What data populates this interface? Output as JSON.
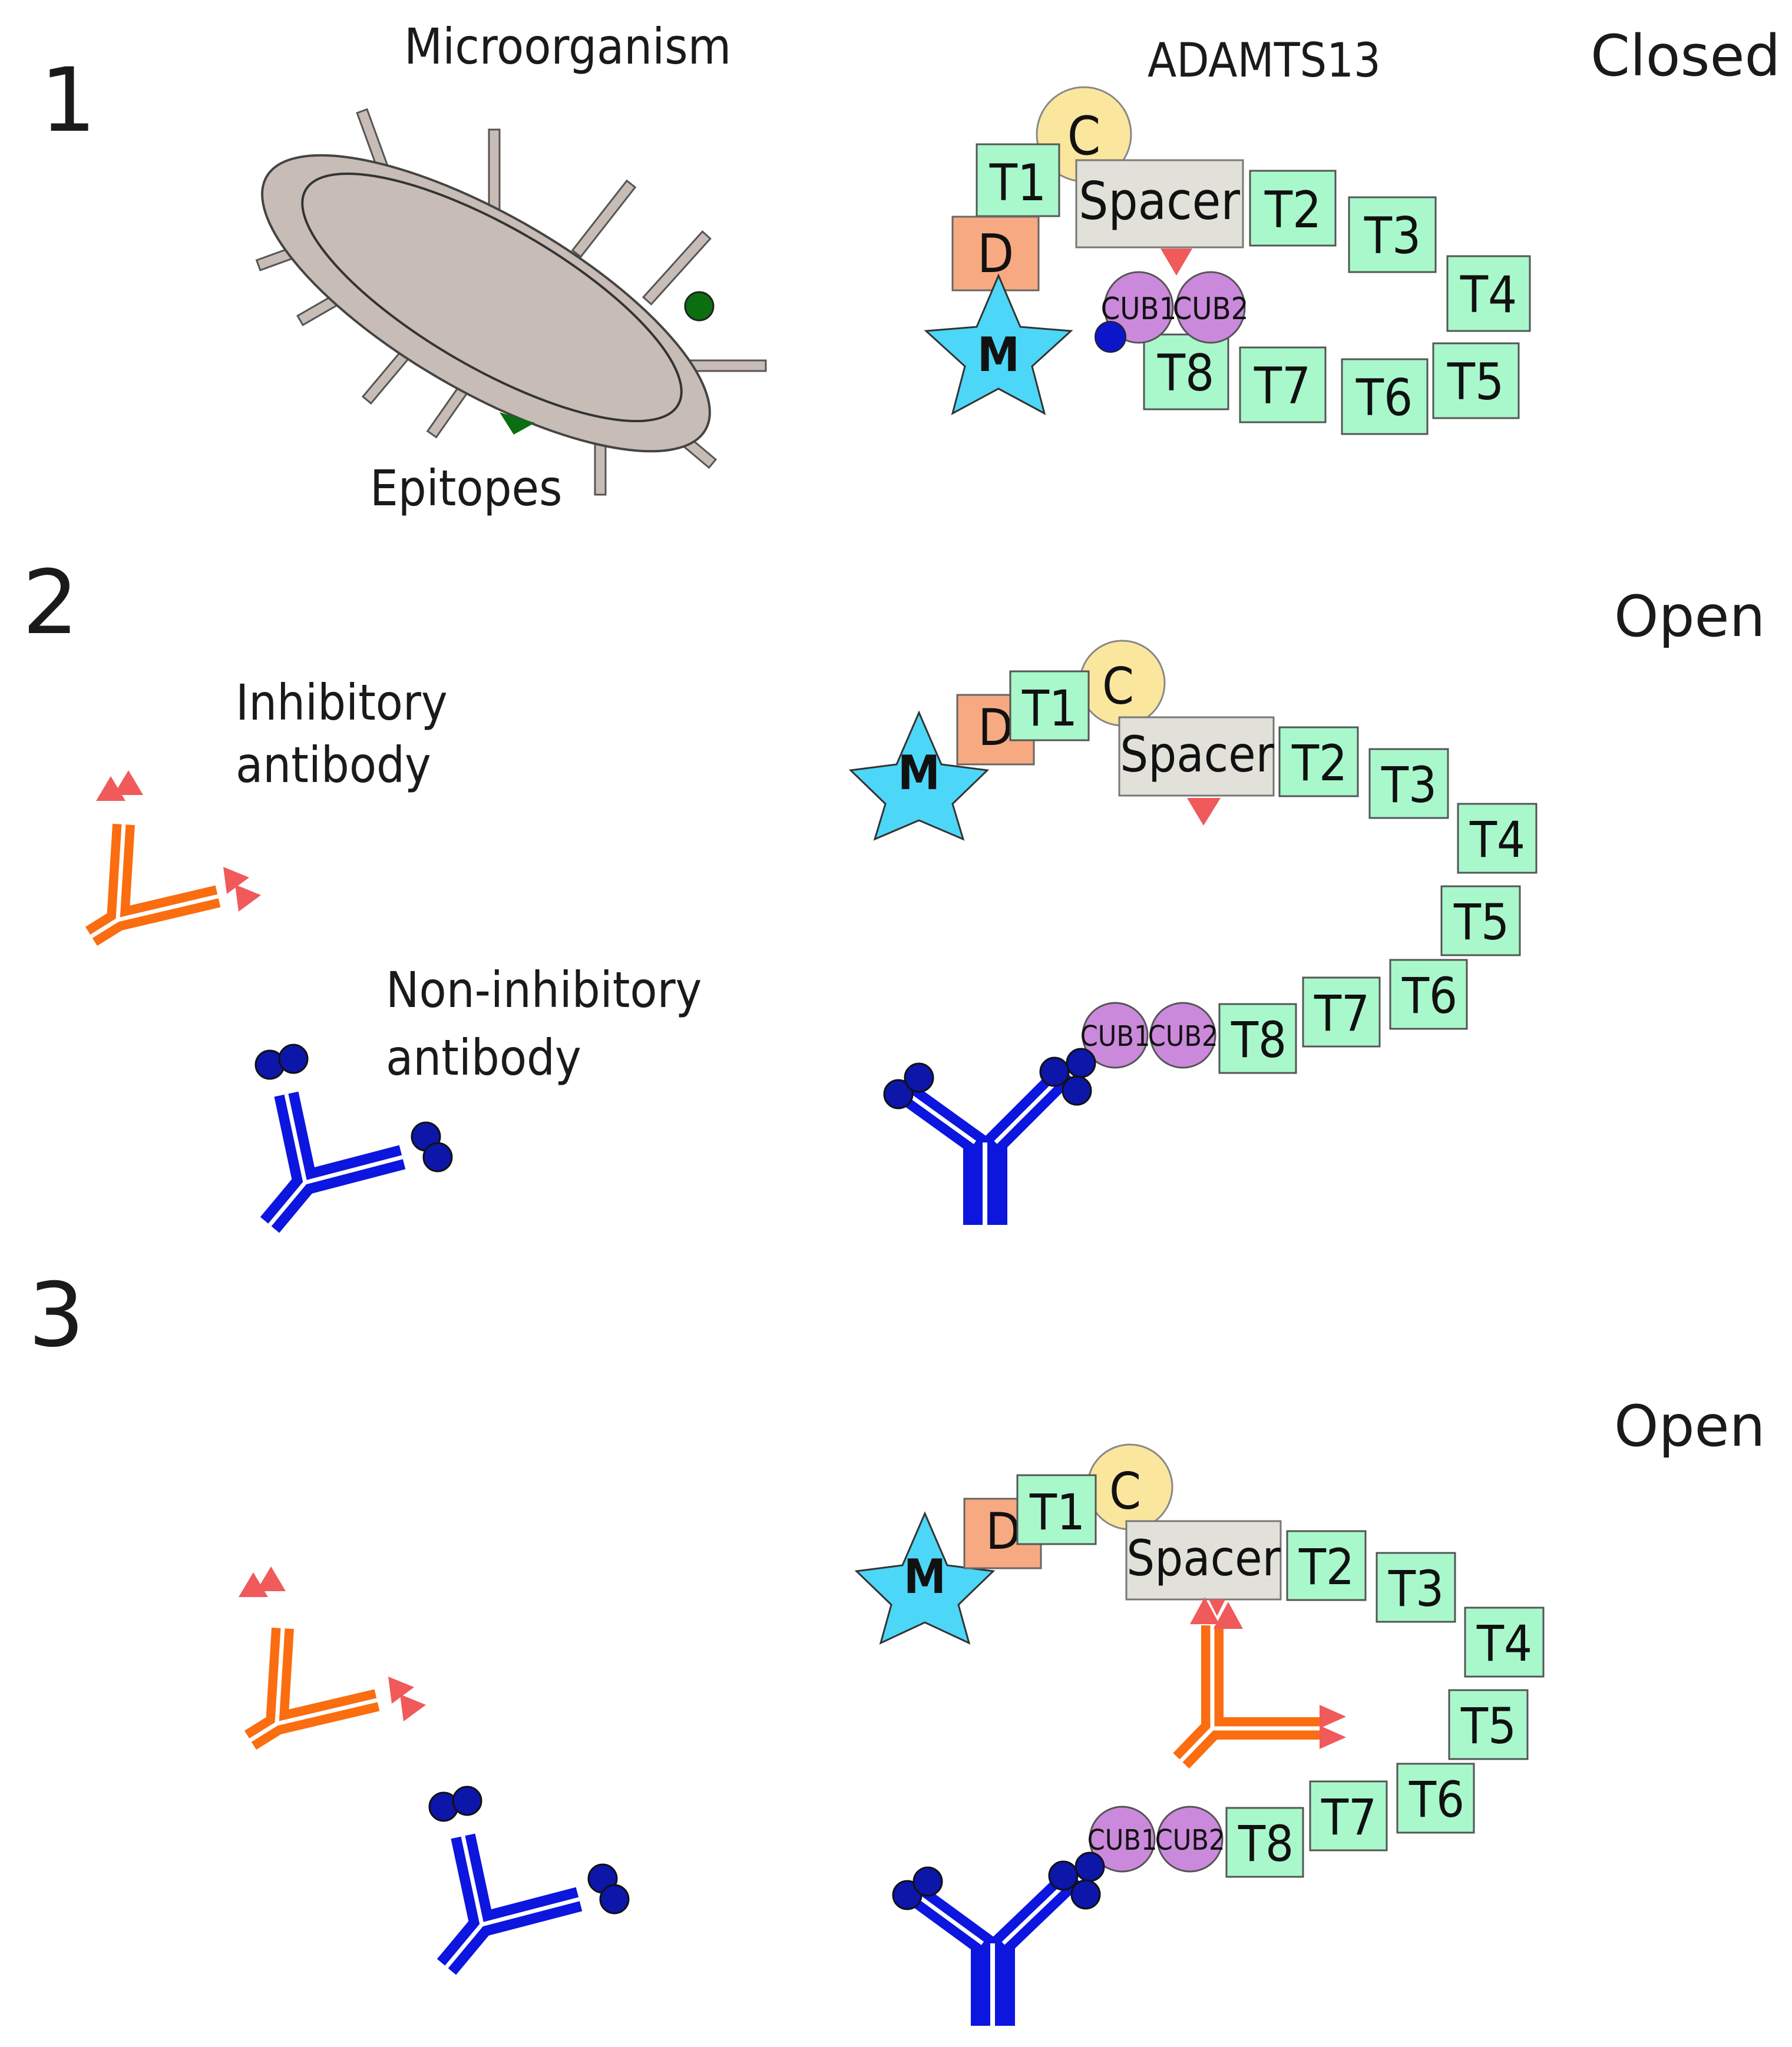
{
  "panels": [
    {
      "number": "1",
      "state": "Closed",
      "labels": {
        "microorganism": "Microorganism",
        "epitopes": "Epitopes",
        "protein": "ADAMTS13"
      }
    },
    {
      "number": "2",
      "state": "Open",
      "labels": {
        "inhibitory_line1": "Inhibitory",
        "inhibitory_line2": "antibody",
        "noninhibitory_line1": "Non-inhibitory",
        "noninhibitory_line2": "antibody"
      }
    },
    {
      "number": "3",
      "state": "Open"
    }
  ],
  "domains": {
    "m": "M",
    "d": "D",
    "t1": "T1",
    "c": "C",
    "spacer": "Spacer",
    "t2": "T2",
    "t3": "T3",
    "t4": "T4",
    "t5": "T5",
    "t6": "T6",
    "t7": "T7",
    "t8": "T8",
    "cub1": "CUB1",
    "cub2": "CUB2"
  },
  "colors": {
    "t_domain": "#a8f8cb",
    "d_domain": "#f7a981",
    "spacer": "#e1e1d9",
    "c_domain": "#fbe69e",
    "cub": "#cb89dc",
    "m_star": "#4cd6f7",
    "inhibitory_antibody": "#fa6d10",
    "inhibitory_tip": "#f05a5a",
    "noninhibitory_antibody": "#0c16de",
    "microorganism": "#c8bcb6",
    "epitope_green": "#0b6e10"
  }
}
